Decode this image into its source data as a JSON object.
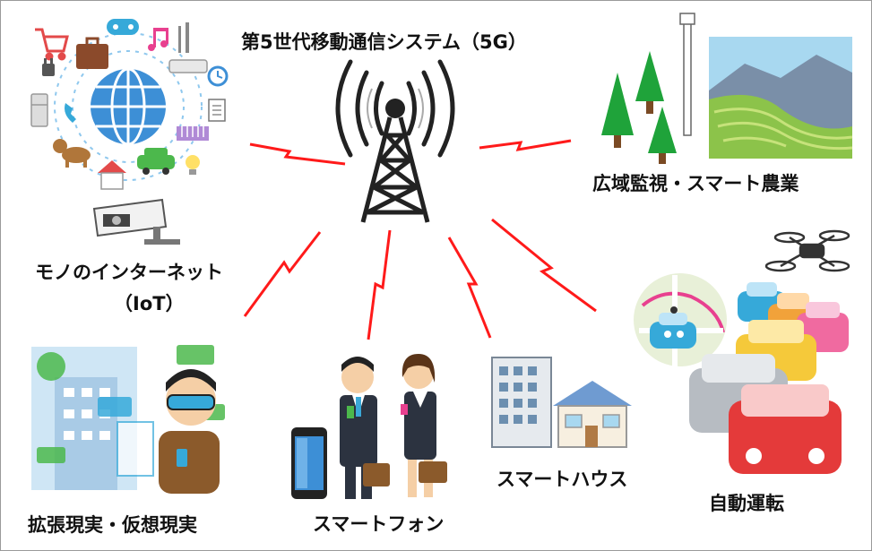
{
  "title": "第5世代移動通信システム（5G）",
  "labels": {
    "iot_line1": "モノのインターネット",
    "iot_line2": "（IoT）",
    "agriculture": "広域監視・スマート農業",
    "ar_vr": "拡張現実・仮想現実",
    "smartphone": "スマートフォン",
    "smart_house": "スマートハウス",
    "autonomous_driving": "自動運転"
  },
  "colors": {
    "lightning": "#ff1a1a",
    "tower": "#222222",
    "globe": "#3d8fd6",
    "tree": "#1fa33a",
    "field": "#8cc34a",
    "sky": "#a8d8f0"
  }
}
